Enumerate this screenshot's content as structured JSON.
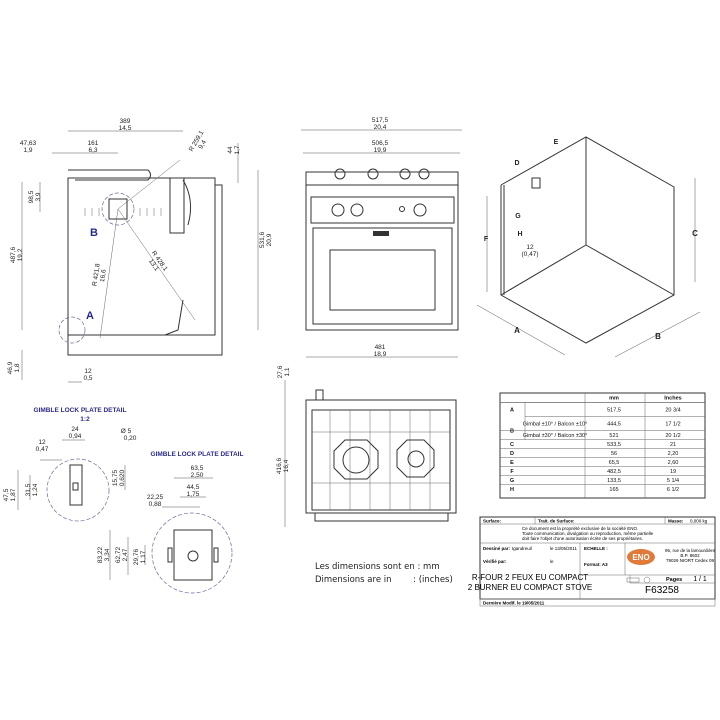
{
  "side_view": {
    "dims": [
      {
        "mm": "389",
        "in": "14,5"
      },
      {
        "mm": "161",
        "in": "6,3"
      },
      {
        "mm": "47,63",
        "in": "1,9"
      },
      {
        "mm": "R 259,1",
        "in": "9,4"
      },
      {
        "mm": "44",
        "in": "1,7"
      },
      {
        "mm": "98,5",
        "in": "3,9"
      },
      {
        "mm": "487,6",
        "in": "19,2"
      },
      {
        "mm": "531,6",
        "in": "20,9"
      },
      {
        "mm": "R 421,8",
        "in": "16,6"
      },
      {
        "mm": "R 428,1",
        "in": "13,1"
      },
      {
        "mm": "46,9",
        "in": "1,8"
      },
      {
        "mm": "12",
        "in": "0,5"
      }
    ],
    "label_a": "A",
    "label_b": "B"
  },
  "front_view": {
    "dims": [
      {
        "mm": "517,5",
        "in": "20,4"
      },
      {
        "mm": "506,5",
        "in": "19,9"
      },
      {
        "mm": "481",
        "in": "18,9"
      }
    ]
  },
  "top_view": {
    "dims": [
      {
        "mm": "27,6",
        "in": "1,1"
      },
      {
        "mm": "416,6",
        "in": "16,4"
      }
    ]
  },
  "units_note": {
    "line1": "Les dimensions sont en : mm",
    "line2": "Dimensions are in        : (inches)"
  },
  "gimble_detail_1": {
    "title": "GIMBLE LOCK PLATE DETAIL",
    "scale": "1:2",
    "dims": [
      {
        "mm": "24",
        "in": "0,94"
      },
      {
        "mm": "Ø 5",
        "in": "0,20"
      },
      {
        "mm": "12",
        "in": "0,47"
      },
      {
        "mm": "15,75",
        "in": "0,620"
      },
      {
        "mm": "47,5",
        "in": "1,87"
      },
      {
        "mm": "31,5",
        "in": "1,24"
      }
    ]
  },
  "gimble_detail_2": {
    "title": "GIMBLE LOCK PLATE DETAIL",
    "dims": [
      {
        "mm": "63,5",
        "in": "2,50"
      },
      {
        "mm": "44,5",
        "in": "1,75"
      },
      {
        "mm": "22,25",
        "in": "0,88"
      },
      {
        "mm": "83,22",
        "in": "3,34"
      },
      {
        "mm": "62,72",
        "in": "2,47"
      },
      {
        "mm": "29,76",
        "in": "1,17"
      }
    ]
  },
  "iso_view": {
    "labels": [
      "A",
      "B",
      "C",
      "D",
      "E",
      "F",
      "G",
      "H"
    ],
    "note_mm": "12",
    "note_in": "(0,47)"
  },
  "dim_table": {
    "headers": [
      "",
      "mm",
      "Inches"
    ],
    "rows": [
      {
        "key": "A",
        "sub": "",
        "mm": "517,5",
        "in": "20 3/4"
      },
      {
        "key": "B",
        "sub": "Gimbal ±10° / Balcon ±10°",
        "mm": "444,5",
        "in": "17 1/2"
      },
      {
        "key": "",
        "sub": "Gimbal ±30° / Balcon ±30°",
        "mm": "521",
        "in": "20 1/2"
      },
      {
        "key": "C",
        "sub": "",
        "mm": "533,5",
        "in": "21"
      },
      {
        "key": "D",
        "sub": "",
        "mm": "56",
        "in": "2,20"
      },
      {
        "key": "E",
        "sub": "",
        "mm": "65,5",
        "in": "2,60"
      },
      {
        "key": "F",
        "sub": "",
        "mm": "482,5",
        "in": "19"
      },
      {
        "key": "G",
        "sub": "",
        "mm": "133,5",
        "in": "5 1/4"
      },
      {
        "key": "H",
        "sub": "",
        "mm": "165",
        "in": "6 1/2"
      }
    ]
  },
  "title_block": {
    "surface_label": "Surface:",
    "treatment_label": "Trait. de Surface:",
    "mass_label": "Masse:",
    "mass_value": "0,000 kg",
    "notice": [
      "Ce document est la propriété exclusive de la société ENO.",
      "Toute communication, divulgation ou reproduction, même partielle",
      "doit faire l'objet d'une autorisation écrite de ses propriétaires."
    ],
    "drawn_by_label": "Dessiné par:",
    "drawn_by": "tgandreuil",
    "drawn_date": "le 13/05/2011",
    "checked_by_label": "Vérifié par:",
    "checked_date": "le",
    "scale_label": "ECHELLE :",
    "format_label": "Format: A3",
    "logo_text": "ENO",
    "address": [
      "95, rue de la lamourdière",
      "B.P. 8602",
      "79026 NIORT Cedex 09"
    ],
    "title_fr": "R-FOUR 2 FEUX EU COMPACT",
    "title_en": "2 BURNER EU COMPACT STOVE",
    "pages_label": "Pages",
    "pages_value": "1 / 1",
    "drawing_number": "F63258",
    "last_modified": "Dernière Modif. le 19/05/2011",
    "brand_color": "#e07a3a"
  }
}
